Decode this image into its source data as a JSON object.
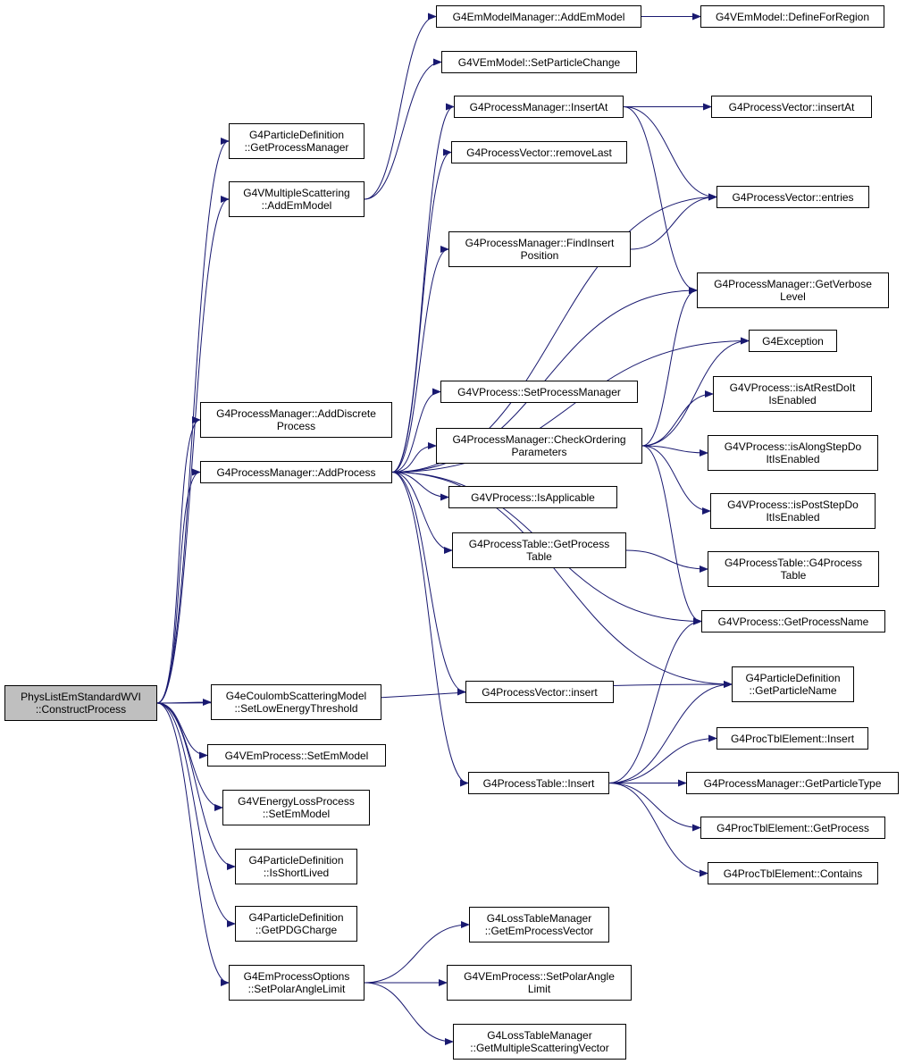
{
  "colors": {
    "edge": "#191970",
    "root_fill": "#bfbfbf",
    "node_fill": "#ffffff",
    "border": "#000000"
  },
  "nodes": {
    "root": [
      "PhysListEmStandardWVI",
      "::ConstructProcess"
    ],
    "getProcessManager": [
      "G4ParticleDefinition",
      "::GetProcessManager"
    ],
    "vmsAddEmModel": [
      "G4VMultipleScattering",
      "::AddEmModel"
    ],
    "addDiscrete": [
      "G4ProcessManager::AddDiscrete",
      "Process"
    ],
    "addProcess": [
      "G4ProcessManager::AddProcess"
    ],
    "setLowEnergy": [
      "G4eCoulombScatteringModel",
      "::SetLowEnergyThreshold"
    ],
    "emSetEmModel": [
      "G4VEmProcess::SetEmModel"
    ],
    "elossSetEmModel": [
      "G4VEnergyLossProcess",
      "::SetEmModel"
    ],
    "isShortLived": [
      "G4ParticleDefinition",
      "::IsShortLived"
    ],
    "getPDGCharge": [
      "G4ParticleDefinition",
      "::GetPDGCharge"
    ],
    "setPolarOptions": [
      "G4EmProcessOptions",
      "::SetPolarAngleLimit"
    ],
    "emmmAddEmModel": [
      "G4EmModelManager::AddEmModel"
    ],
    "setParticleChange": [
      "G4VEmModel::SetParticleChange"
    ],
    "insertAt": [
      "G4ProcessManager::InsertAt"
    ],
    "removeLast": [
      "G4ProcessVector::removeLast"
    ],
    "findInsert": [
      "G4ProcessManager::FindInsert",
      "Position"
    ],
    "setProcessManager": [
      "G4VProcess::SetProcessManager"
    ],
    "checkOrdering": [
      "G4ProcessManager::CheckOrdering",
      "Parameters"
    ],
    "isApplicable": [
      "G4VProcess::IsApplicable"
    ],
    "getProcessTable": [
      "G4ProcessTable::GetProcess",
      "Table"
    ],
    "pvInsert": [
      "G4ProcessVector::insert"
    ],
    "ptInsert": [
      "G4ProcessTable::Insert"
    ],
    "lossEmVector": [
      "G4LossTableManager",
      "::GetEmProcessVector"
    ],
    "emSetPolar": [
      "G4VEmProcess::SetPolarAngle",
      "Limit"
    ],
    "lossMscVector": [
      "G4LossTableManager",
      "::GetMultipleScatteringVector"
    ],
    "defineForRegion": [
      "G4VEmModel::DefineForRegion"
    ],
    "pvInsertAt": [
      "G4ProcessVector::insertAt"
    ],
    "pvEntries": [
      "G4ProcessVector::entries"
    ],
    "getVerbose": [
      "G4ProcessManager::GetVerbose",
      "Level"
    ],
    "exception": [
      "G4Exception"
    ],
    "isAtRest": [
      "G4VProcess::isAtRestDoIt",
      "IsEnabled"
    ],
    "isAlong": [
      "G4VProcess::isAlongStepDo",
      "ItIsEnabled"
    ],
    "isPost": [
      "G4VProcess::isPostStepDo",
      "ItIsEnabled"
    ],
    "ptCtor": [
      "G4ProcessTable::G4Process",
      "Table"
    ],
    "getProcessName": [
      "G4VProcess::GetProcessName"
    ],
    "getParticleName": [
      "G4ParticleDefinition",
      "::GetParticleName"
    ],
    "pteInsert": [
      "G4ProcTblElement::Insert"
    ],
    "getParticleType": [
      "G4ProcessManager::GetParticleType"
    ],
    "pteGetProcess": [
      "G4ProcTblElement::GetProcess"
    ],
    "pteContains": [
      "G4ProcTblElement::Contains"
    ]
  },
  "edges": [
    [
      "root",
      "getProcessManager"
    ],
    [
      "root",
      "vmsAddEmModel"
    ],
    [
      "root",
      "addDiscrete"
    ],
    [
      "root",
      "addProcess"
    ],
    [
      "root",
      "getParticleName"
    ],
    [
      "root",
      "setLowEnergy"
    ],
    [
      "root",
      "emSetEmModel"
    ],
    [
      "root",
      "elossSetEmModel"
    ],
    [
      "root",
      "isShortLived"
    ],
    [
      "root",
      "getPDGCharge"
    ],
    [
      "root",
      "setPolarOptions"
    ],
    [
      "vmsAddEmModel",
      "emmmAddEmModel"
    ],
    [
      "vmsAddEmModel",
      "setParticleChange"
    ],
    [
      "emmmAddEmModel",
      "defineForRegion"
    ],
    [
      "addProcess",
      "insertAt"
    ],
    [
      "addProcess",
      "removeLast"
    ],
    [
      "addProcess",
      "pvEntries"
    ],
    [
      "addProcess",
      "findInsert"
    ],
    [
      "addProcess",
      "getVerbose"
    ],
    [
      "addProcess",
      "exception"
    ],
    [
      "addProcess",
      "setProcessManager"
    ],
    [
      "addProcess",
      "checkOrdering"
    ],
    [
      "addProcess",
      "isApplicable"
    ],
    [
      "addProcess",
      "getProcessTable"
    ],
    [
      "addProcess",
      "getProcessName"
    ],
    [
      "addProcess",
      "getParticleName"
    ],
    [
      "addProcess",
      "pvInsert"
    ],
    [
      "addProcess",
      "ptInsert"
    ],
    [
      "insertAt",
      "pvInsertAt"
    ],
    [
      "insertAt",
      "pvEntries"
    ],
    [
      "insertAt",
      "getVerbose"
    ],
    [
      "findInsert",
      "pvEntries"
    ],
    [
      "checkOrdering",
      "getVerbose"
    ],
    [
      "checkOrdering",
      "exception"
    ],
    [
      "checkOrdering",
      "isAtRest"
    ],
    [
      "checkOrdering",
      "isAlong"
    ],
    [
      "checkOrdering",
      "isPost"
    ],
    [
      "checkOrdering",
      "getProcessName"
    ],
    [
      "getProcessTable",
      "ptCtor"
    ],
    [
      "ptInsert",
      "getProcessName"
    ],
    [
      "ptInsert",
      "getParticleName"
    ],
    [
      "ptInsert",
      "pteInsert"
    ],
    [
      "ptInsert",
      "getParticleType"
    ],
    [
      "ptInsert",
      "pteGetProcess"
    ],
    [
      "ptInsert",
      "pteContains"
    ],
    [
      "setPolarOptions",
      "lossEmVector"
    ],
    [
      "setPolarOptions",
      "emSetPolar"
    ],
    [
      "setPolarOptions",
      "lossMscVector"
    ]
  ]
}
